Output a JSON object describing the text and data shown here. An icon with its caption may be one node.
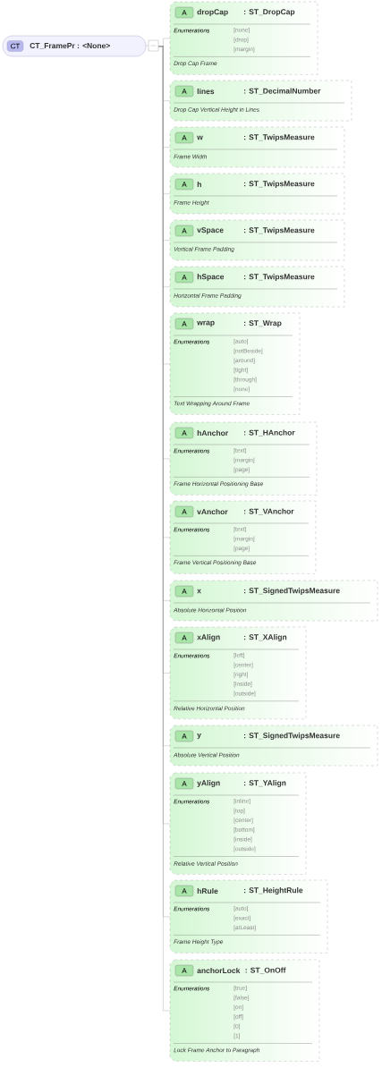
{
  "diagram": {
    "nodes": [
      {
        "text": [
          "CT",
          "CT_FramePr : <None>"
        ]
      },
      {
        "text": [
          "A",
          "dropCap",
          ": ST_DropCap",
          "Enumerations",
          "[none]",
          "[drop]",
          "[margin]",
          "Drop Cap Frame"
        ]
      },
      {
        "text": [
          "A",
          "lines",
          ": ST_DecimalNumber",
          "Drop Cap Vertical Height in Lines"
        ]
      },
      {
        "text": [
          "A",
          "w",
          ": ST_TwipsMeasure",
          "Frame Width"
        ]
      },
      {
        "text": [
          "A",
          "h",
          ": ST_TwipsMeasure",
          "Frame Height"
        ]
      },
      {
        "text": [
          "A",
          "vSpace",
          ": ST_TwipsMeasure",
          "Vertical Frame Padding"
        ]
      },
      {
        "text": [
          "A",
          "hSpace",
          ": ST_TwipsMeasure",
          "Horizontal Frame Padding"
        ]
      },
      {
        "text": [
          "A",
          "wrap",
          ": ST_Wrap",
          "Enumerations",
          "[auto]",
          "[notBeside]",
          "[around]",
          "[tight]",
          "[through]",
          "[none]",
          "Text Wrapping Around Frame"
        ]
      },
      {
        "text": [
          "A",
          "hAnchor",
          ": ST_HAnchor",
          "Enumerations",
          "[text]",
          "[margin]",
          "[page]",
          "Frame Horizontal Positioning Base"
        ]
      },
      {
        "text": [
          "A",
          "vAnchor",
          ": ST_VAnchor",
          "Enumerations",
          "[text]",
          "[margin]",
          "[page]",
          "Frame Vertical Positioning Base"
        ]
      },
      {
        "text": [
          "A",
          "x",
          ": ST_SignedTwipsMeasure",
          "Absolute Horizontal Position"
        ]
      },
      {
        "text": [
          "A",
          "xAlign",
          ": ST_XAlign",
          "Enumerations",
          "[left]",
          "[center]",
          "[right]",
          "[inside]",
          "[outside]",
          "Relative Horizontal Position"
        ]
      },
      {
        "text": [
          "A",
          "y",
          ": ST_SignedTwipsMeasure",
          "Absolute Vertical Position"
        ]
      },
      {
        "text": [
          "A",
          "yAlign",
          ": ST_YAlign",
          "Enumerations",
          "[inline]",
          "[top]",
          "[center]",
          "[bottom]",
          "[inside]",
          "[outside]",
          "Relative Vertical Position"
        ]
      },
      {
        "text": [
          "A",
          "hRule",
          ": ST_HeightRule",
          "Enumerations",
          "[auto]",
          "[exact]",
          "[atLeast]",
          "Frame Height Type"
        ]
      },
      {
        "text": [
          "A",
          "anchorLock",
          ": ST_OnOff",
          "Enumerations",
          "[true]",
          "[false]",
          "[on]",
          "[off]",
          "[0]",
          "[1]",
          "Lock Frame Anchor to Paragraph"
        ]
      }
    ],
    "edges": [
      {
        "from": 0,
        "to": 1,
        "arrow": "none"
      },
      {
        "from": 0,
        "to": 2,
        "arrow": "none"
      },
      {
        "from": 0,
        "to": 3,
        "arrow": "none"
      },
      {
        "from": 0,
        "to": 4,
        "arrow": "none"
      },
      {
        "from": 0,
        "to": 5,
        "arrow": "none"
      },
      {
        "from": 0,
        "to": 6,
        "arrow": "none"
      },
      {
        "from": 0,
        "to": 7,
        "arrow": "none"
      },
      {
        "from": 0,
        "to": 8,
        "arrow": "none"
      },
      {
        "from": 0,
        "to": 9,
        "arrow": "none"
      },
      {
        "from": 0,
        "to": 10,
        "arrow": "none"
      },
      {
        "from": 0,
        "to": 11,
        "arrow": "none"
      },
      {
        "from": 0,
        "to": 12,
        "arrow": "none"
      },
      {
        "from": 0,
        "to": 13,
        "arrow": "none"
      },
      {
        "from": 0,
        "to": 14,
        "arrow": "none"
      },
      {
        "from": 0,
        "to": 15,
        "arrow": "none"
      }
    ]
  }
}
